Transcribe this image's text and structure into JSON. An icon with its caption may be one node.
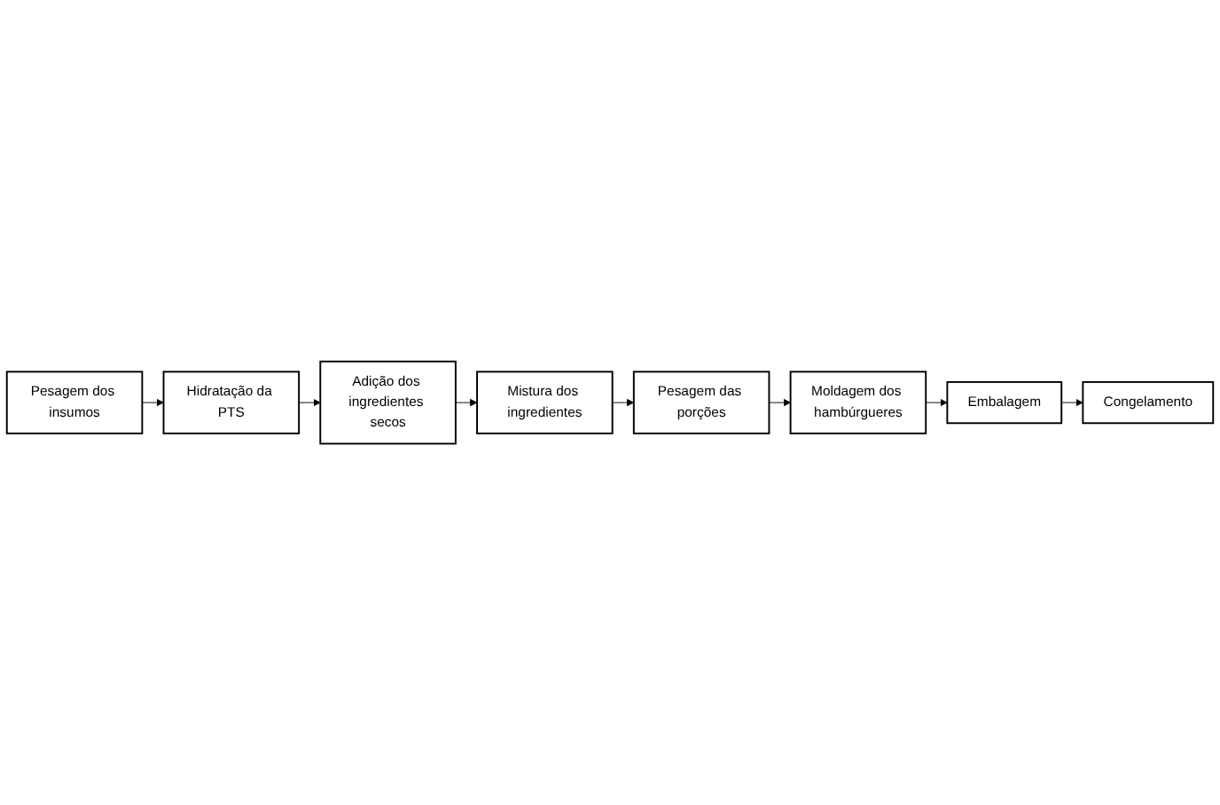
{
  "diagram": {
    "nodes": [
      {
        "text": [
          "Pesagem dos insumos"
        ]
      },
      {
        "text": [
          "Hidratação da PTS"
        ]
      },
      {
        "text": [
          "Adição dos ingredientes secos"
        ]
      },
      {
        "text": [
          "Mistura dos ingredientes"
        ]
      },
      {
        "text": [
          "Pesagem das porções"
        ]
      },
      {
        "text": [
          "Moldagem dos hambúrgueres"
        ]
      },
      {
        "text": [
          "Embalagem"
        ]
      },
      {
        "text": [
          "Congelamento"
        ]
      }
    ],
    "edges": [
      {
        "from": 0,
        "to": 1,
        "arrow": "to"
      },
      {
        "from": 1,
        "to": 2,
        "arrow": "to"
      },
      {
        "from": 2,
        "to": 3,
        "arrow": "to"
      },
      {
        "from": 3,
        "to": 4,
        "arrow": "to"
      },
      {
        "from": 4,
        "to": 5,
        "arrow": "to"
      },
      {
        "from": 5,
        "to": 6,
        "arrow": "to"
      },
      {
        "from": 6,
        "to": 7,
        "arrow": "to"
      }
    ]
  }
}
